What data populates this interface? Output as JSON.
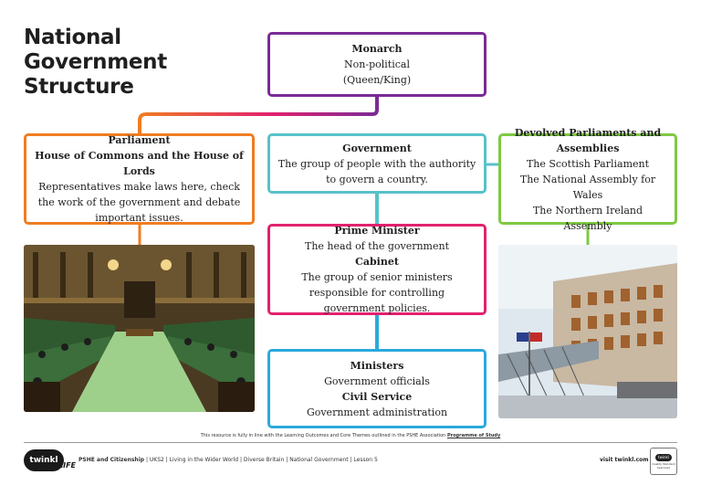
{
  "title": "National Government Structure",
  "nodes": {
    "monarch": {
      "heading": "Monarch",
      "line1": "Non-political",
      "line2": "(Queen/King)"
    },
    "parliament": {
      "heading": "Parliament",
      "heading2": "House of Commons and the House of Lords",
      "text": "Representatives make laws here, check the work of the government and debate important issues."
    },
    "government": {
      "heading": "Government",
      "text": "The group of people with the authority to govern a country."
    },
    "devolved": {
      "heading": "Devolved Parliaments and Assemblies",
      "line1": "The Scottish Parliament",
      "line2": "The National Assembly for Wales",
      "line3": "The Northern Ireland Assembly"
    },
    "pm": {
      "heading": "Prime Minister",
      "text1": "The head of the government",
      "heading2": "Cabinet",
      "text2": "The group of senior ministers responsible for controlling government policies."
    },
    "ministers": {
      "heading": "Ministers",
      "text1": "Government officials",
      "heading2": "Civil Service",
      "text2": "Government administration"
    }
  },
  "colors": {
    "monarch": "#7b2a96",
    "parliament": "#ef7d22",
    "government": "#58c1c9",
    "devolved": "#7ec943",
    "pm": "#e2226e",
    "ministers": "#2aa9dd"
  },
  "footer": {
    "note": "This resource is fully in line with the Learning Outcomes and Core Themes outlined in the PSHE Association",
    "note_link": "Programme of Study",
    "subject": "PSHE and Citizenship",
    "details": " | UKS2 | Living in the Wider World | Diverse Britain | National Government | Lesson 5",
    "visit": "visit twinkl.com",
    "logo": "twinkl",
    "logo_tag": "LIFE",
    "badge": "twinkl",
    "badge_caption": "Quality Standard Approved"
  }
}
